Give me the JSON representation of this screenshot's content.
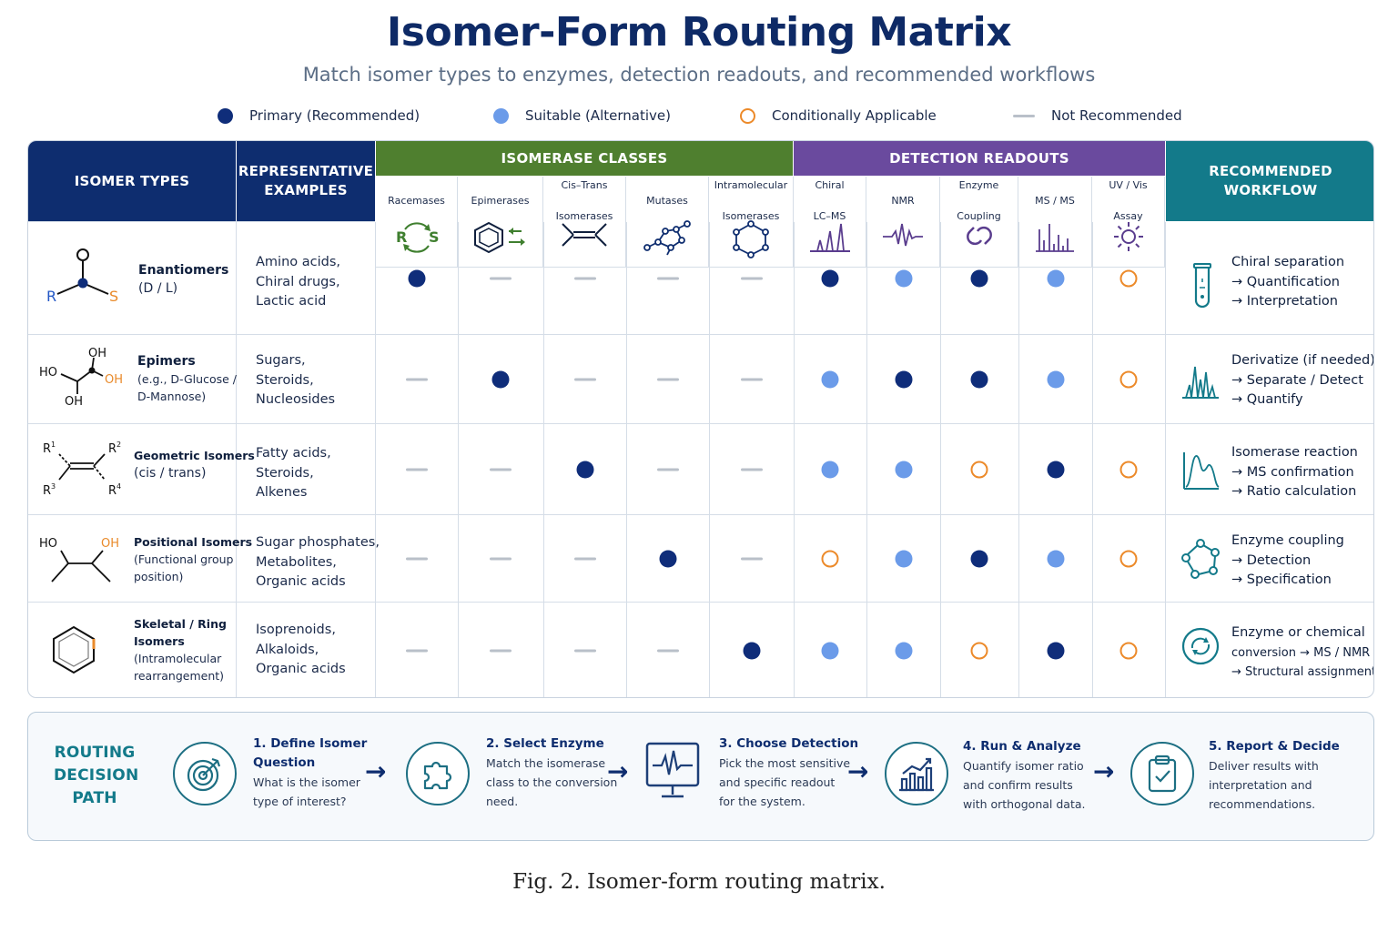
{
  "title": "Isomer-Form Routing Matrix",
  "subtitle": "Match isomer types to enzymes, detection readouts, and recommended workflows",
  "legend": {
    "primary": "Primary (Recommended)",
    "suitable": "Suitable (Alternative)",
    "conditional": "Conditionally Applicable",
    "not": "Not Recommended"
  },
  "colors": {
    "primary": "#0f2d7a",
    "suitable": "#6b9be9",
    "conditional": "#ec8a2a",
    "not": "#b9c0c9",
    "header_navy": "#0e2d6f",
    "header_green": "#4f7f2f",
    "header_purple": "#6a4a9e",
    "header_teal": "#137a8a"
  },
  "headers": {
    "isomer_types": "ISOMER TYPES",
    "examples_line1": "REPRESENTATIVE",
    "examples_line2": "EXAMPLES",
    "isomerase_classes": "ISOMERASE CLASSES",
    "detection_readouts": "DETECTION READOUTS",
    "workflow": "RECOMMENDED WORKFLOW"
  },
  "columns": [
    {
      "key": "racemases",
      "line1": "Racemases",
      "line2": "",
      "icon": "racemase-rs-icon"
    },
    {
      "key": "epimerases",
      "line1": "Epimerases",
      "line2": "",
      "icon": "epimerase-ring-icon"
    },
    {
      "key": "cistrans",
      "line1": "Cis–Trans",
      "line2": "Isomerases",
      "icon": "cis-trans-icon"
    },
    {
      "key": "mutases",
      "line1": "Mutases",
      "line2": "",
      "icon": "mutase-network-icon"
    },
    {
      "key": "intramolecular",
      "line1": "Intramolecular",
      "line2": "Isomerases",
      "icon": "ring-network-icon"
    },
    {
      "key": "chiral_lcms",
      "line1": "Chiral",
      "line2": "LC–MS",
      "icon": "chromatogram-icon"
    },
    {
      "key": "nmr",
      "line1": "NMR",
      "line2": "",
      "icon": "nmr-signal-icon"
    },
    {
      "key": "enzyme_coupling",
      "line1": "Enzyme",
      "line2": "Coupling",
      "icon": "link-icon"
    },
    {
      "key": "ms_ms",
      "line1": "MS / MS",
      "line2": "",
      "icon": "mass-spectrum-icon"
    },
    {
      "key": "uv_vis",
      "line1": "UV / Vis",
      "line2": "Assay",
      "icon": "sun-icon"
    }
  ],
  "rows": [
    {
      "name": "Enantiomers",
      "sub": "(D / L)",
      "small": false,
      "struct_labels": {
        "r": "R",
        "s": "S",
        "o": "O"
      },
      "examples": [
        "Amino acids,",
        "Chiral drugs,",
        "Lactic acid"
      ],
      "marks": [
        "primary",
        "not",
        "not",
        "not",
        "not",
        "primary",
        "suitable",
        "primary",
        "suitable",
        "conditional"
      ],
      "workflow": [
        "Chiral separation",
        "→ Quantification",
        "→ Interpretation"
      ],
      "workflow_icon": "test-tube-icon"
    },
    {
      "name": "Epimers",
      "sub": "(e.g., D-Glucose /",
      "sub2": "D-Mannose)",
      "small": false,
      "struct_labels": {
        "oh_top": "OH",
        "ho": "HO",
        "oh_right": "OH",
        "oh_bottom": "OH"
      },
      "examples": [
        "Sugars,",
        "Steroids,",
        "Nucleosides"
      ],
      "marks": [
        "not",
        "primary",
        "not",
        "not",
        "not",
        "suitable",
        "primary",
        "primary",
        "suitable",
        "conditional"
      ],
      "workflow": [
        "Derivatize (if needed)",
        "→ Separate / Detect",
        "→ Quantify"
      ],
      "workflow_icon": "spectrum-peaks-icon"
    },
    {
      "name": "Geometric Isomers",
      "sub": "(cis / trans)",
      "small": true,
      "struct_labels": {
        "r1": "R",
        "r2": "R",
        "r3": "R",
        "r4": "R",
        "s1": "1",
        "s2": "2",
        "s3": "3",
        "s4": "4"
      },
      "examples": [
        "Fatty acids,",
        "Steroids,",
        "Alkenes"
      ],
      "marks": [
        "not",
        "not",
        "primary",
        "not",
        "not",
        "suitable",
        "suitable",
        "conditional",
        "primary",
        "conditional"
      ],
      "workflow": [
        "Isomerase reaction",
        "→ MS confirmation",
        "→ Ratio calculation"
      ],
      "workflow_icon": "peak-curve-icon"
    },
    {
      "name": "Positional Isomers",
      "sub": "(Functional group",
      "sub2": "position)",
      "small": true,
      "struct_labels": {
        "ho": "HO",
        "oh": "OH"
      },
      "examples": [
        "Sugar phosphates,",
        "Metabolites,",
        "Organic acids"
      ],
      "marks": [
        "not",
        "not",
        "not",
        "primary",
        "not",
        "conditional",
        "suitable",
        "primary",
        "suitable",
        "conditional"
      ],
      "workflow": [
        "Enzyme coupling",
        "→ Detection",
        "→ Specification"
      ],
      "workflow_icon": "network-icon"
    },
    {
      "name": "Skeletal / Ring",
      "name2": "Isomers",
      "sub": "(Intramolecular",
      "sub2": "rearrangement)",
      "small": true,
      "examples": [
        "Isoprenoids,",
        "Alkaloids,",
        "Organic acids"
      ],
      "marks": [
        "not",
        "not",
        "not",
        "not",
        "primary",
        "suitable",
        "suitable",
        "conditional",
        "primary",
        "conditional"
      ],
      "workflow": [
        "Enzyme or chemical",
        "conversion → MS / NMR",
        "→ Structural assignment"
      ],
      "workflow_icon": "cycle-conversion-icon"
    }
  ],
  "routing": {
    "title_l1": "ROUTING",
    "title_l2": "DECISION",
    "title_l3": "PATH",
    "steps": [
      {
        "title": "1. Define Isomer",
        "title2": "Question",
        "desc": [
          "What is the isomer",
          "type of interest?"
        ],
        "icon": "target-icon"
      },
      {
        "title": "2. Select Enzyme",
        "title2": "",
        "desc": [
          "Match the isomerase",
          "class to the conversion",
          "need."
        ],
        "icon": "puzzle-icon"
      },
      {
        "title": "3. Choose Detection",
        "title2": "",
        "desc": [
          "Pick the most sensitive",
          "and specific readout",
          "for the system."
        ],
        "icon": "monitor-pulse-icon"
      },
      {
        "title": "4. Run & Analyze",
        "title2": "",
        "desc": [
          "Quantify isomer ratio",
          "and confirm results",
          "with orthogonal data."
        ],
        "icon": "bar-chart-icon"
      },
      {
        "title": "5. Report & Decide",
        "title2": "",
        "desc": [
          "Deliver results with",
          "interpretation and",
          "recommendations."
        ],
        "icon": "clipboard-check-icon"
      }
    ],
    "arrow": "→"
  },
  "caption": "Fig. 2.  Isomer-form routing matrix."
}
